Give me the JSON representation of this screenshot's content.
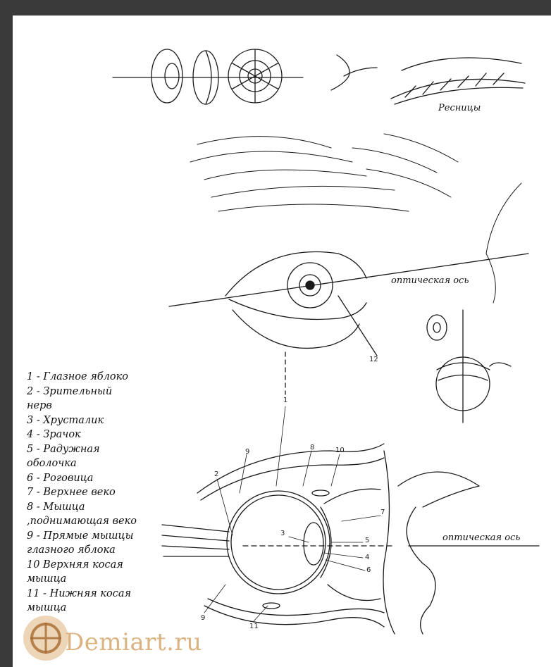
{
  "labels": {
    "eyelashes": "Ресницы",
    "optical_axis_top": "оптическая ось",
    "optical_axis_bottom": "оптическая ось"
  },
  "legend": [
    "1 - Глазное яблоко",
    "2 - Зрительный",
    "нерв",
    "3 - Хрусталик",
    "4 - Зрачок",
    "5 - Радужная",
    "оболочка",
    "6 - Роговица",
    "7 - Верхнее веко",
    "8 - Мышца",
    ",поднимающая веко",
    "9 - Прямые мышцы",
    "глазного яблока",
    "10 Верхняя косая",
    "мышца",
    "11 - Нижняя косая",
    "мышца"
  ],
  "callouts": {
    "n1": "1",
    "n2": "2",
    "n3": "3",
    "n4": "4",
    "n5": "5",
    "n6": "6",
    "n7": "7",
    "n8": "8",
    "n9": "9",
    "n9b": "9",
    "n10": "10",
    "n11": "11",
    "n12": "12"
  },
  "watermark": "Demiart.ru",
  "colors": {
    "ink": "#1a1a1a",
    "watermark": "#d7a56c",
    "frame": "#3a3a3a"
  }
}
